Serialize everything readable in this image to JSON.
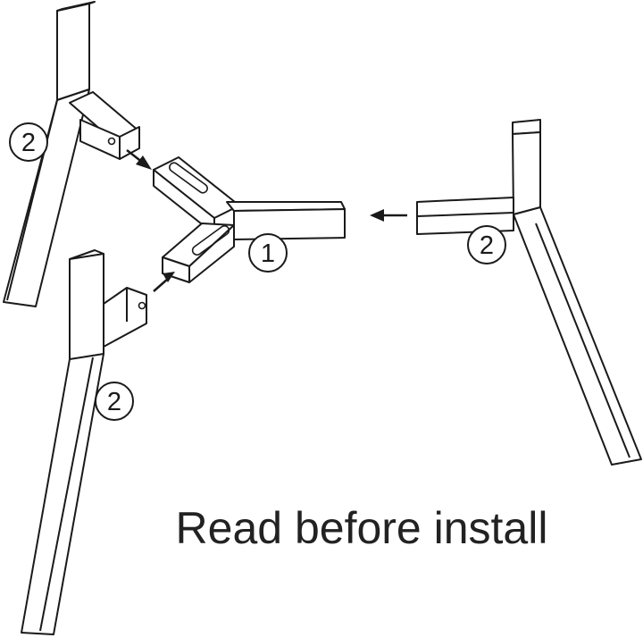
{
  "caption": "Read before install",
  "labels": {
    "connector": "1",
    "leg": "2"
  },
  "colors": {
    "line": "#1a1a1a",
    "background": "#ffffff",
    "text": "#222222"
  }
}
